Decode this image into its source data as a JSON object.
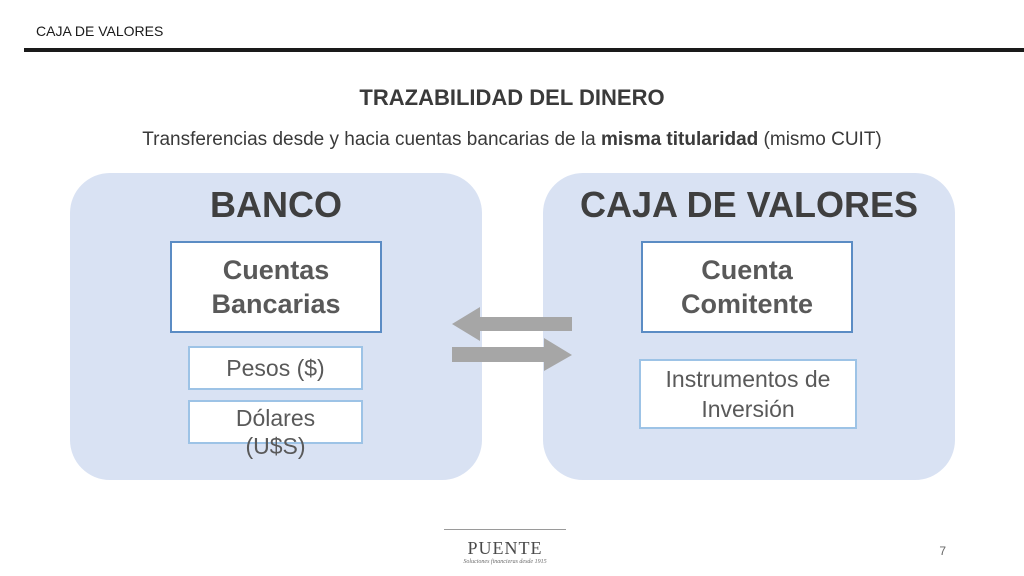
{
  "header": {
    "label": "CAJA DE VALORES"
  },
  "slide": {
    "title": "TRAZABILIDAD DEL DINERO",
    "subtitle": {
      "before": "Transferencias desde y hacia cuentas bancarias de la ",
      "bold": "misma titularidad",
      "after": " (mismo CUIT)"
    }
  },
  "left_panel": {
    "title": "BANCO",
    "account": [
      "Cuentas",
      "Bancarias"
    ],
    "items": [
      "Pesos ($)",
      "Dólares (U$S)"
    ]
  },
  "right_panel": {
    "title": "CAJA DE VALORES",
    "account": [
      "Cuenta",
      "Comitente"
    ],
    "items": [
      "Instrumentos de Inversión"
    ]
  },
  "arrows": {
    "color": "#a6a6a6",
    "icon": "bidirectional-transfer-arrows"
  },
  "footer": {
    "logo_name": "PUENTE",
    "logo_tagline": "Soluciones financieras desde 1915",
    "page_number": "7"
  }
}
